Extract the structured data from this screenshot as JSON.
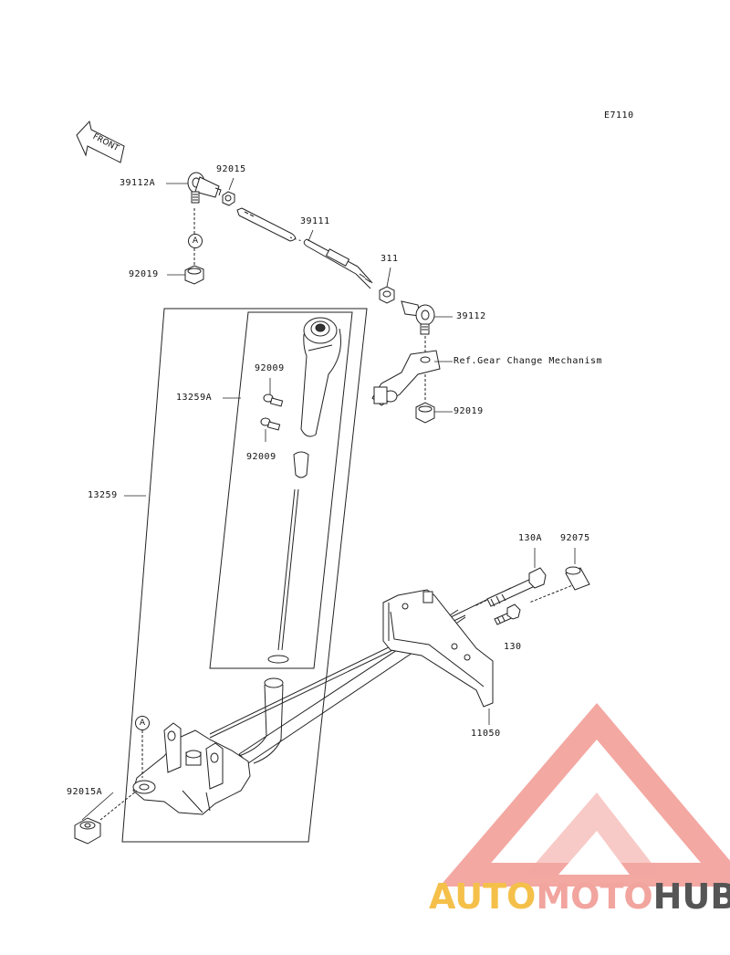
{
  "diagram_code": "E7110",
  "front_label": "FRONT",
  "circle_ref": "A",
  "labels": {
    "p39112A": "39112A",
    "p92015_top": "92015",
    "p92019_top": "92019",
    "p39111": "39111",
    "p311": "311",
    "p39112": "39112",
    "ref_gear": "Ref.Gear Change Mechanism",
    "p92019_mid": "92019",
    "p92009_a": "92009",
    "p13259A": "13259A",
    "p92009_b": "92009",
    "p13259": "13259",
    "p130A": "130A",
    "p92075": "92075",
    "p130": "130",
    "p11050": "11050",
    "p92015A": "92015A"
  },
  "watermark": {
    "part1": "AUTO",
    "part2": "MOTO",
    "part3": "HUB",
    "colors": {
      "auto": "#f5c04a",
      "moto": "#f2a49e",
      "hub": "#555555",
      "triangle": "#f08b84"
    }
  }
}
